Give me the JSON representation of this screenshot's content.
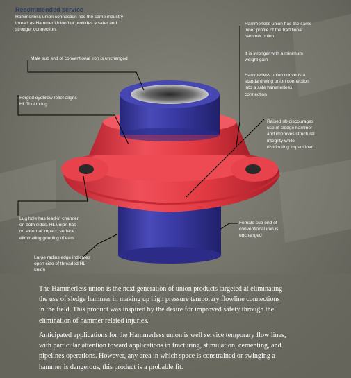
{
  "colors": {
    "background": "#73736a",
    "title": "#2c3f66",
    "flange_red": "#e23a43",
    "pipe_blue": "#3a3a9e",
    "text": "#ffffff"
  },
  "header": {
    "title": "Recommended service",
    "intro": "Hammerless union connection has the same industry\nthread as Hammer Union but provides a safer and\nstronger connection."
  },
  "annotations": {
    "male_sub": "Male sub end of conventional iron is unchanged",
    "eyebrow": "Forged eyebrow relief aligns\nHL Tool to lug",
    "same_profile": "Hammerless union has the same\ninner profile of the traditional\nhammer union",
    "stronger": "It is stronger with a minimum\nweight gain",
    "converts": "Hammerless union converts a\nstandard  wing union connection\ninto a safe hammerless\nconnection",
    "raised_rib": "Raised rib discourages\nuse of sledge hammer\nand improves structural\nintegrity while\ndistributing impact load",
    "lug_hole": "Lug hole has lead-in chamfer\non both sides.  HL union has\nno external impact, surface\neliminating grinding of ears",
    "female_sub": "Female sub end of\nconventional iron is\nunchanged",
    "large_radius": "Large radius edge indicates\nopen side of threaded HL\nunion"
  },
  "body": {
    "para1": "The Hammerless union is the next generation of union products targeted at eliminating\nthe use of sledge hammer in making up high pressure temporary flowline connections\nin the field. This product was inspired by the desire for improved safety through the\nelimination of hammer related injuries.",
    "para2": "Anticipated applications for the Hammerless union is well service temporary flow lines,\nwith particular attention toward applications in fracturing, stimulation, cementing, and\npipelines operations.  However, any area in which space is constrained or swinging a\nhammer is dangerous, this product is a probable fit."
  }
}
